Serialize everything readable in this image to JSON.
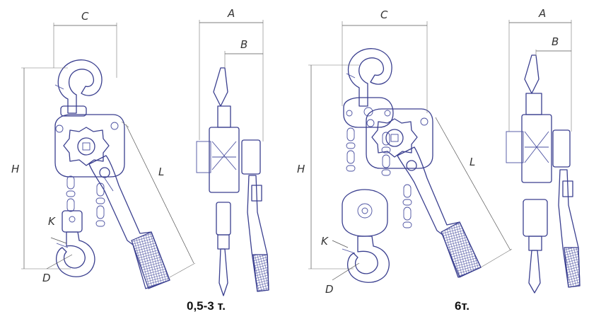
{
  "captions": {
    "left": "0,5-3 т.",
    "right": "6т."
  },
  "dimension_labels": {
    "left_c": "C",
    "left_h": "H",
    "left_k": "K",
    "left_d": "D",
    "left_l": "L",
    "left_a": "A",
    "left_b": "B",
    "right_c": "C",
    "right_h": "H",
    "right_k": "K",
    "right_d": "D",
    "right_l": "L",
    "right_a": "A",
    "right_b": "B"
  },
  "colors": {
    "ink": "#3a3f8f",
    "dimension": "#555555"
  }
}
